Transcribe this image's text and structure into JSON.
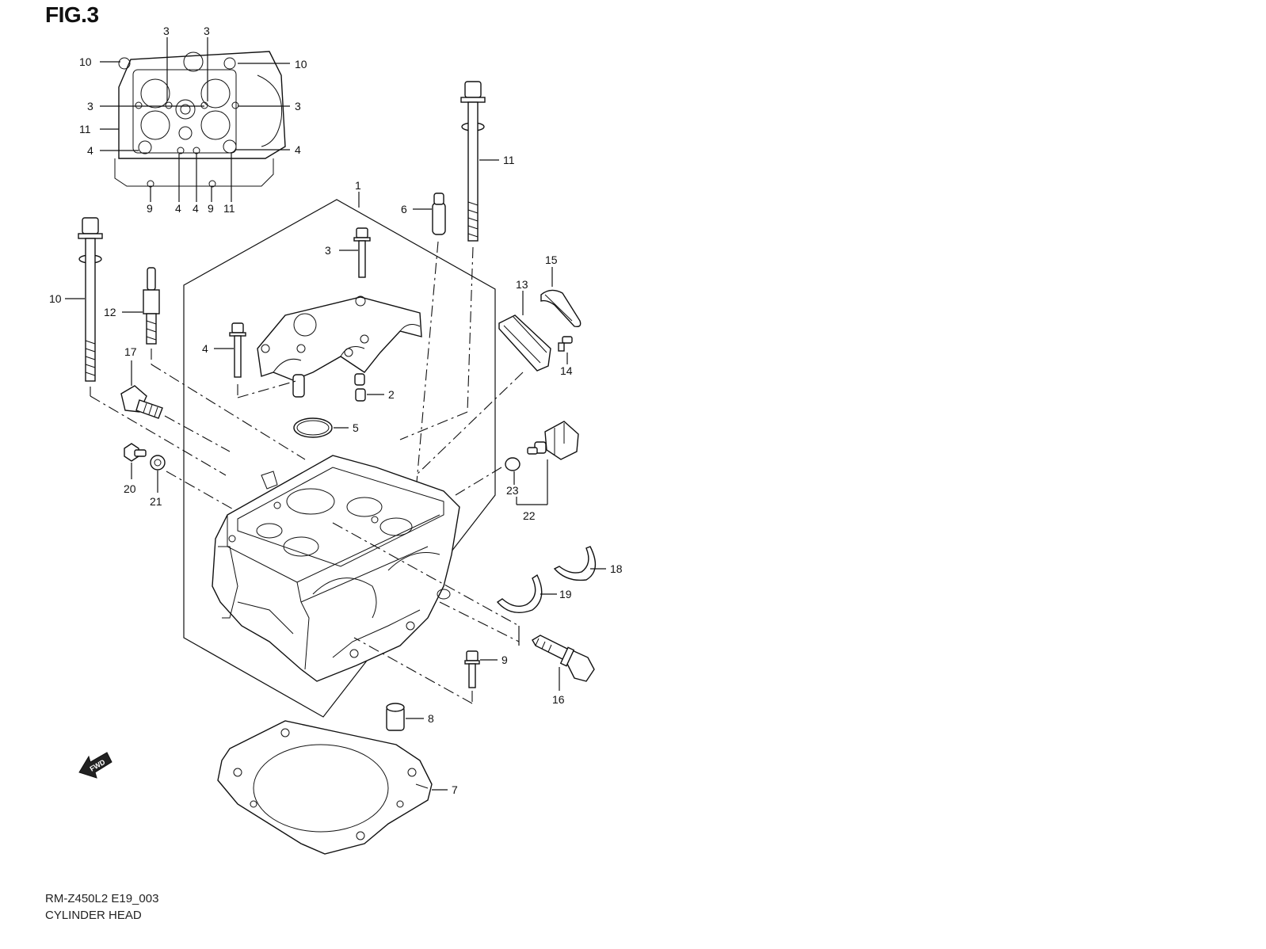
{
  "figure": {
    "title": "FIG.3",
    "model_code": "RM-Z450L2 E19_003",
    "section_name": "CYLINDER HEAD",
    "fwd_badge": "FWD"
  },
  "callouts": {
    "inset": {
      "c3a": "3",
      "c3b": "3",
      "c3c": "3",
      "c3d": "3",
      "c10a": "10",
      "c10b": "10",
      "c11a": "11",
      "c11b": "11",
      "c4a": "4",
      "c4b": "4",
      "c4c": "4",
      "c4d": "4",
      "c9a": "9",
      "c9b": "9"
    },
    "main": {
      "c1": "1",
      "c2": "2",
      "c3": "3",
      "c4": "4",
      "c5": "5",
      "c6": "6",
      "c7": "7",
      "c8": "8",
      "c9": "9",
      "c10": "10",
      "c11": "11",
      "c12": "12",
      "c13": "13",
      "c14": "14",
      "c15": "15",
      "c16": "16",
      "c17": "17",
      "c18": "18",
      "c19": "19",
      "c20": "20",
      "c21": "21",
      "c22": "22",
      "c23": "23"
    }
  }
}
